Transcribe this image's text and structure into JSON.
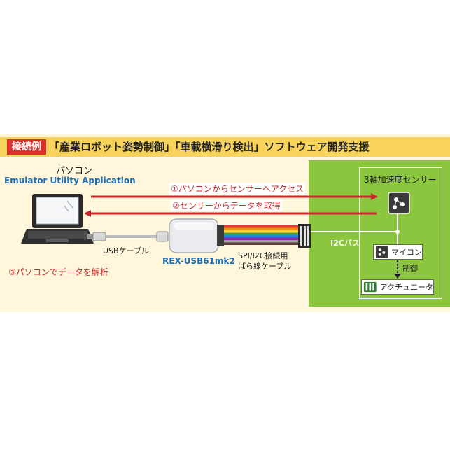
{
  "title": {
    "badge": "接続例",
    "text": "「産業ロボット姿勢制御」「車載横滑り検出」ソフトウェア開発支援"
  },
  "pc": {
    "label": "パソコン",
    "app_name": "Emulator Utility Application"
  },
  "arrows": {
    "to_sensor": "①パソコンからセンサーへアクセス",
    "to_pc": "②センサーからデータを取得"
  },
  "cables": {
    "usb": "USBケーブル",
    "device": "REX-USB61mk2",
    "spi_i2c": "SPI/I2C接続用\nばら線ケーブル"
  },
  "analysis": "③パソコンでデータを解析",
  "target": {
    "sensor_label": "3軸加速度センサー",
    "bus_label": "I2Cバス",
    "mcu_label": "マイコン",
    "control_label": "制御",
    "actuator_label": "アクチュエータ"
  },
  "colors": {
    "accent_red": "#c8282a",
    "badge_red": "#d9302a",
    "title_yellow": "#f7d35c",
    "panel_cream": "#fff6dc",
    "green": "#8cc63f",
    "blue_text": "#1f6db3"
  },
  "icons": {
    "sensor": "sensor-chip-icon",
    "mcu": "mcu-chip-icon",
    "actuator": "actuator-icon",
    "laptop": "laptop-icon"
  }
}
